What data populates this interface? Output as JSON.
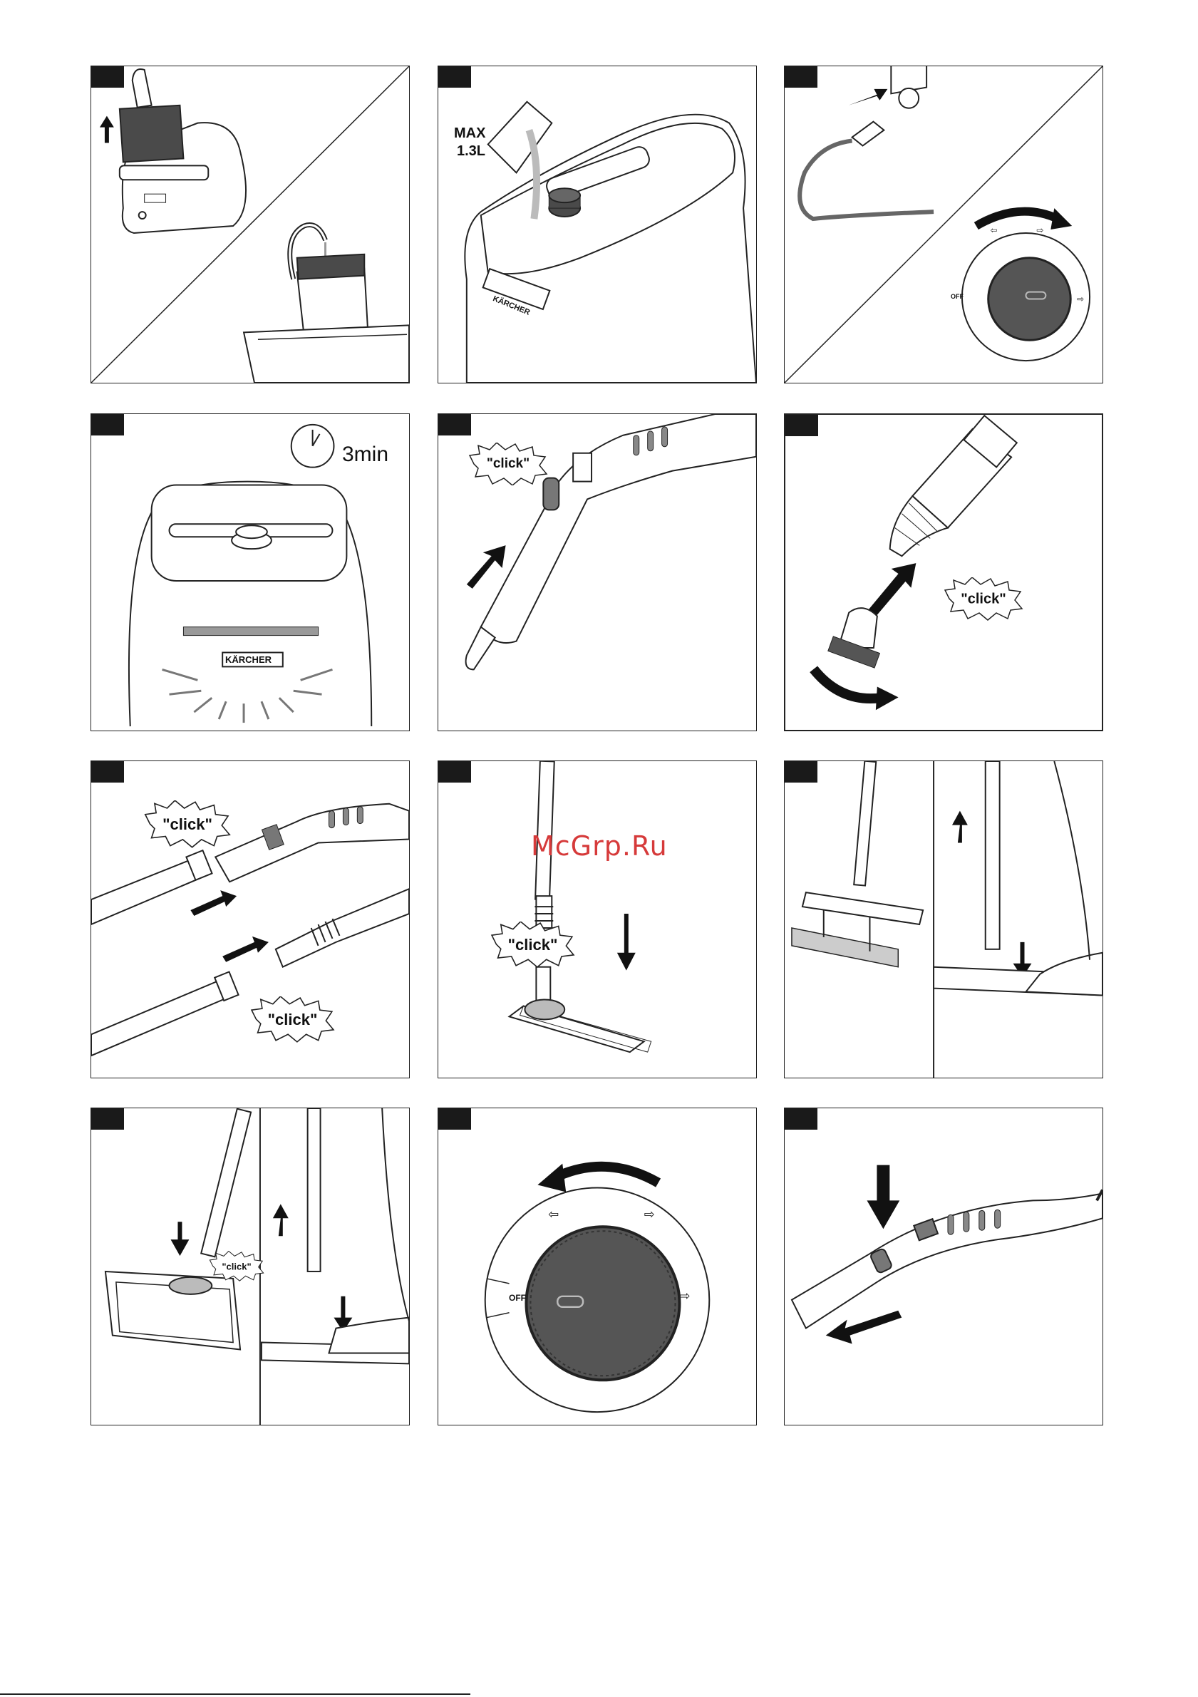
{
  "panels": {
    "p3": {
      "max_label": "MAX",
      "volume_label": "1.3L",
      "brand": "KÄRCHER"
    },
    "p3b": {
      "off_label": "OFF"
    },
    "p4": {
      "time_label": "3min",
      "brand": "KÄRCHER"
    },
    "p5": {
      "click": "\"click\""
    },
    "p6": {
      "click": "\"click\""
    },
    "p7": {
      "click_top": "\"click\"",
      "click_bottom": "\"click\""
    },
    "p8": {
      "click": "\"click\""
    },
    "p10": {
      "click": "\"click\""
    },
    "p11": {
      "off_label": "OFF"
    }
  },
  "watermark": "McGrp.Ru",
  "colors": {
    "ink": "#1a1a1a",
    "dark_part": "#4a4a4a",
    "knob": "#555555",
    "watermark": "#d63a3a"
  }
}
